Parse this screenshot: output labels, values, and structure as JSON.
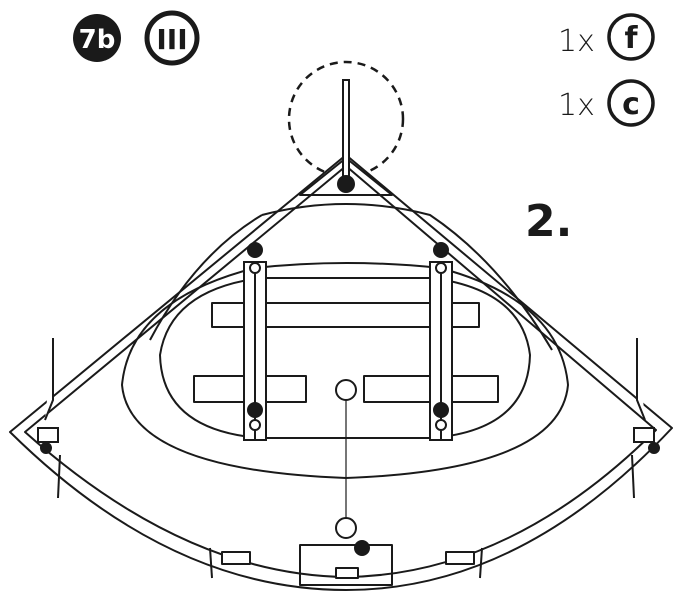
{
  "header": {
    "step_badge": "7b",
    "variant_badge": "III"
  },
  "parts": [
    {
      "quantity": "1x",
      "part_label": "f"
    },
    {
      "quantity": "1x",
      "part_label": "c"
    }
  ],
  "substep": "2.",
  "colors": {
    "ink": "#1a1a1a",
    "background": "#ffffff",
    "detail_circle": "dashed"
  },
  "icons": [
    "step-badge-icon",
    "variant-badge-icon",
    "part-circle-icon",
    "detail-callout-circle-icon",
    "corner-bathtub-illustration",
    "mounting-rail-icon",
    "adjustable-foot-icon"
  ]
}
